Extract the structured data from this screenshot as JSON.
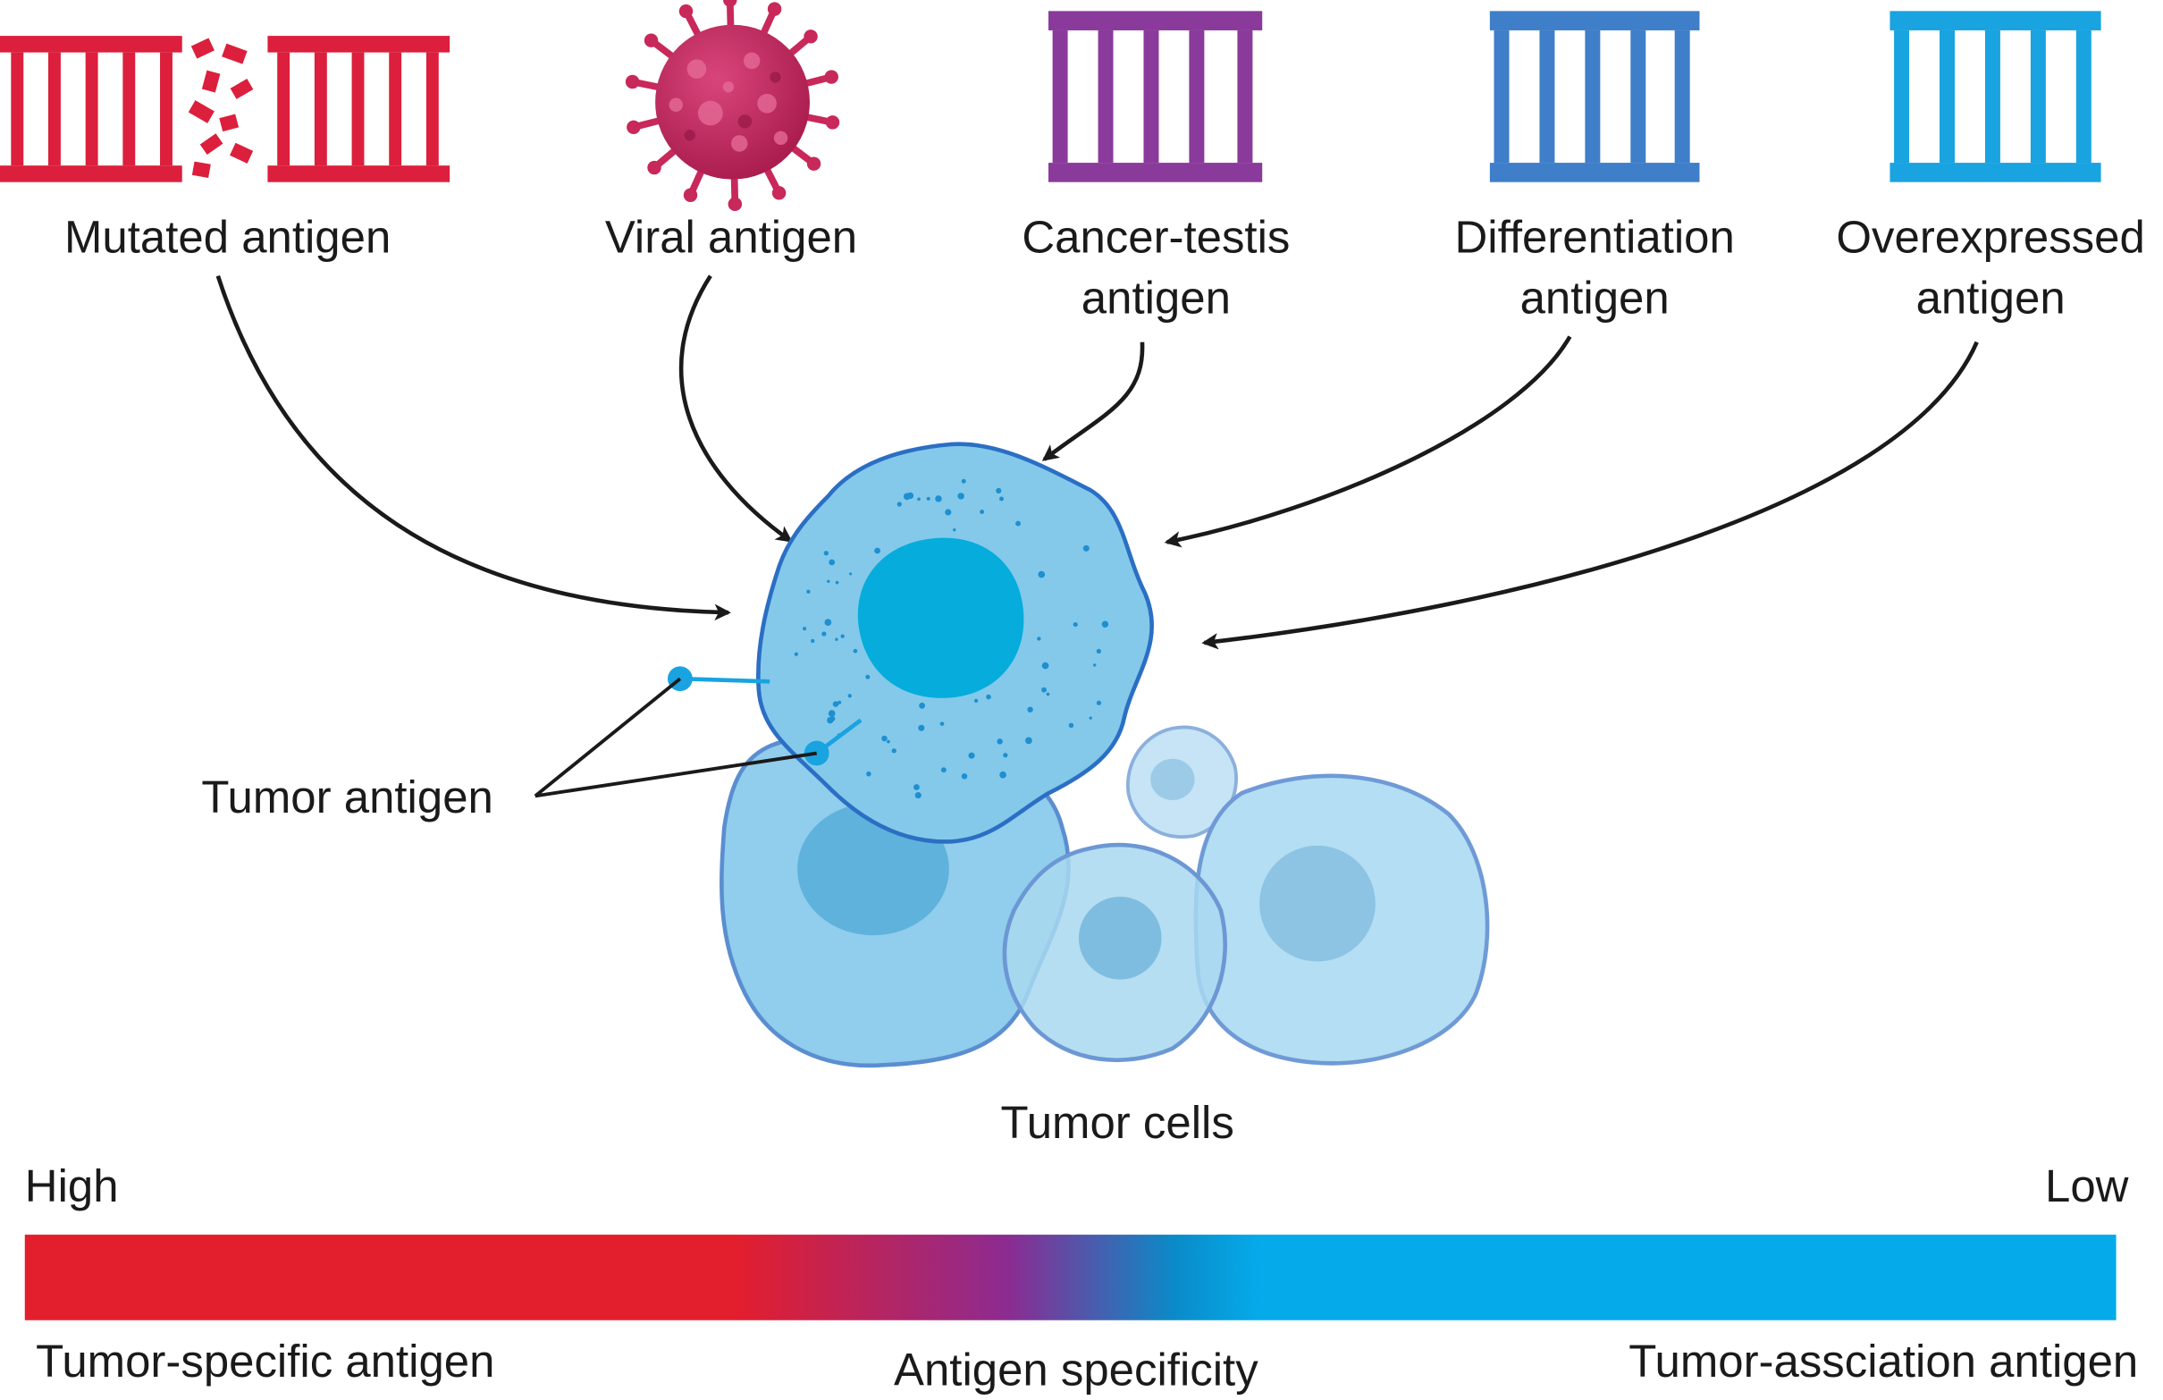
{
  "antigens": [
    {
      "label": "Mutated antigen",
      "color": "#dc1f3c"
    },
    {
      "label": "Viral antigen",
      "color": "#c8285a"
    },
    {
      "label": "Cancer-testis antigen",
      "line1": "Cancer-testis",
      "line2": "antigen",
      "color": "#8a3a9a"
    },
    {
      "label": "Differentiation antigen",
      "line1": "Differentiation",
      "line2": "antigen",
      "color": "#3f7ec8"
    },
    {
      "label": "Overexpressed antigen",
      "line1": "Overexpressed",
      "line2": "antigen",
      "color": "#19a3e0"
    }
  ],
  "tumor_antigen_label": "Tumor antigen",
  "tumor_cells_label": "Tumor cells",
  "scale": {
    "high_label": "High",
    "low_label": "Low",
    "left_label": "Tumor-specific antigen",
    "center_label": "Antigen specificity",
    "right_label": "Tumor-assciation antigen",
    "gradient_colors": [
      "#e31e2d",
      "#b8215e",
      "#8c2b91",
      "#0a8bc8",
      "#05aaea"
    ]
  }
}
